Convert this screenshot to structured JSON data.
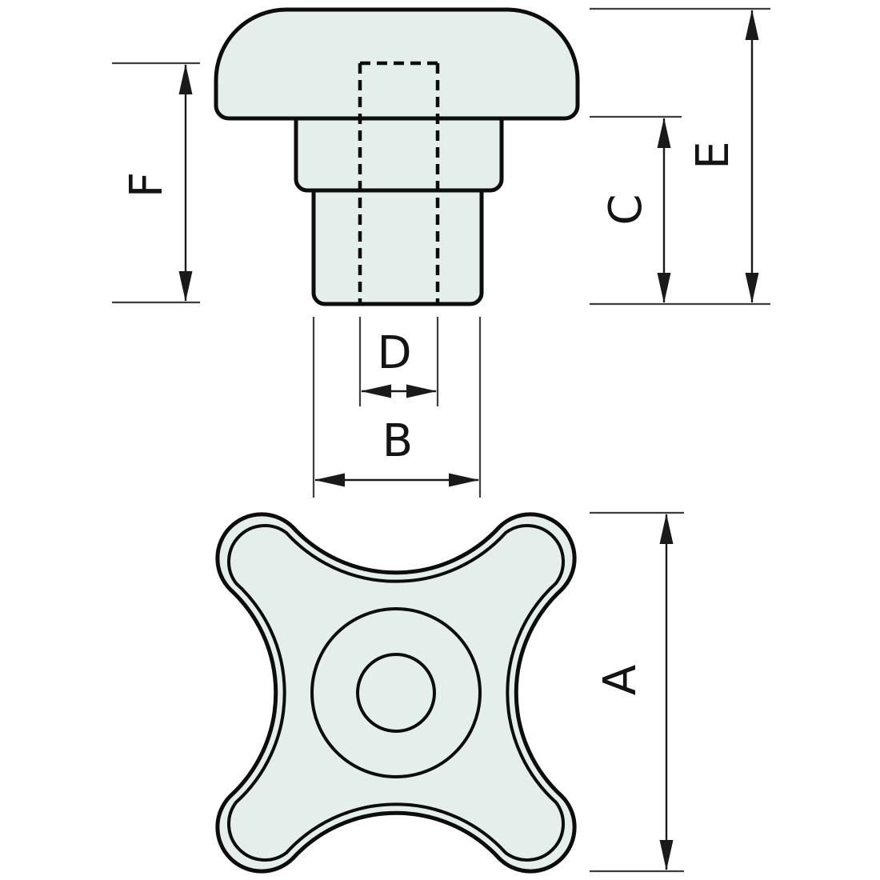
{
  "drawing": {
    "description": "Two-view technical drawing of a four-lobe star knob with blind tapped hole",
    "views": {
      "side_view": "stepped knob elevation with hidden hole shown dashed",
      "plan_view": "four-lobe knob face with hub circle and bore circle"
    },
    "colors": {
      "part_fill": "#e4efec",
      "outline": "#0d0d0d",
      "dimension_lines": "#1a1a1a",
      "background": "#ffffff"
    }
  },
  "dimension_labels": {
    "A": "A",
    "B": "B",
    "C": "C",
    "D": "D",
    "E": "E",
    "F": "F"
  }
}
